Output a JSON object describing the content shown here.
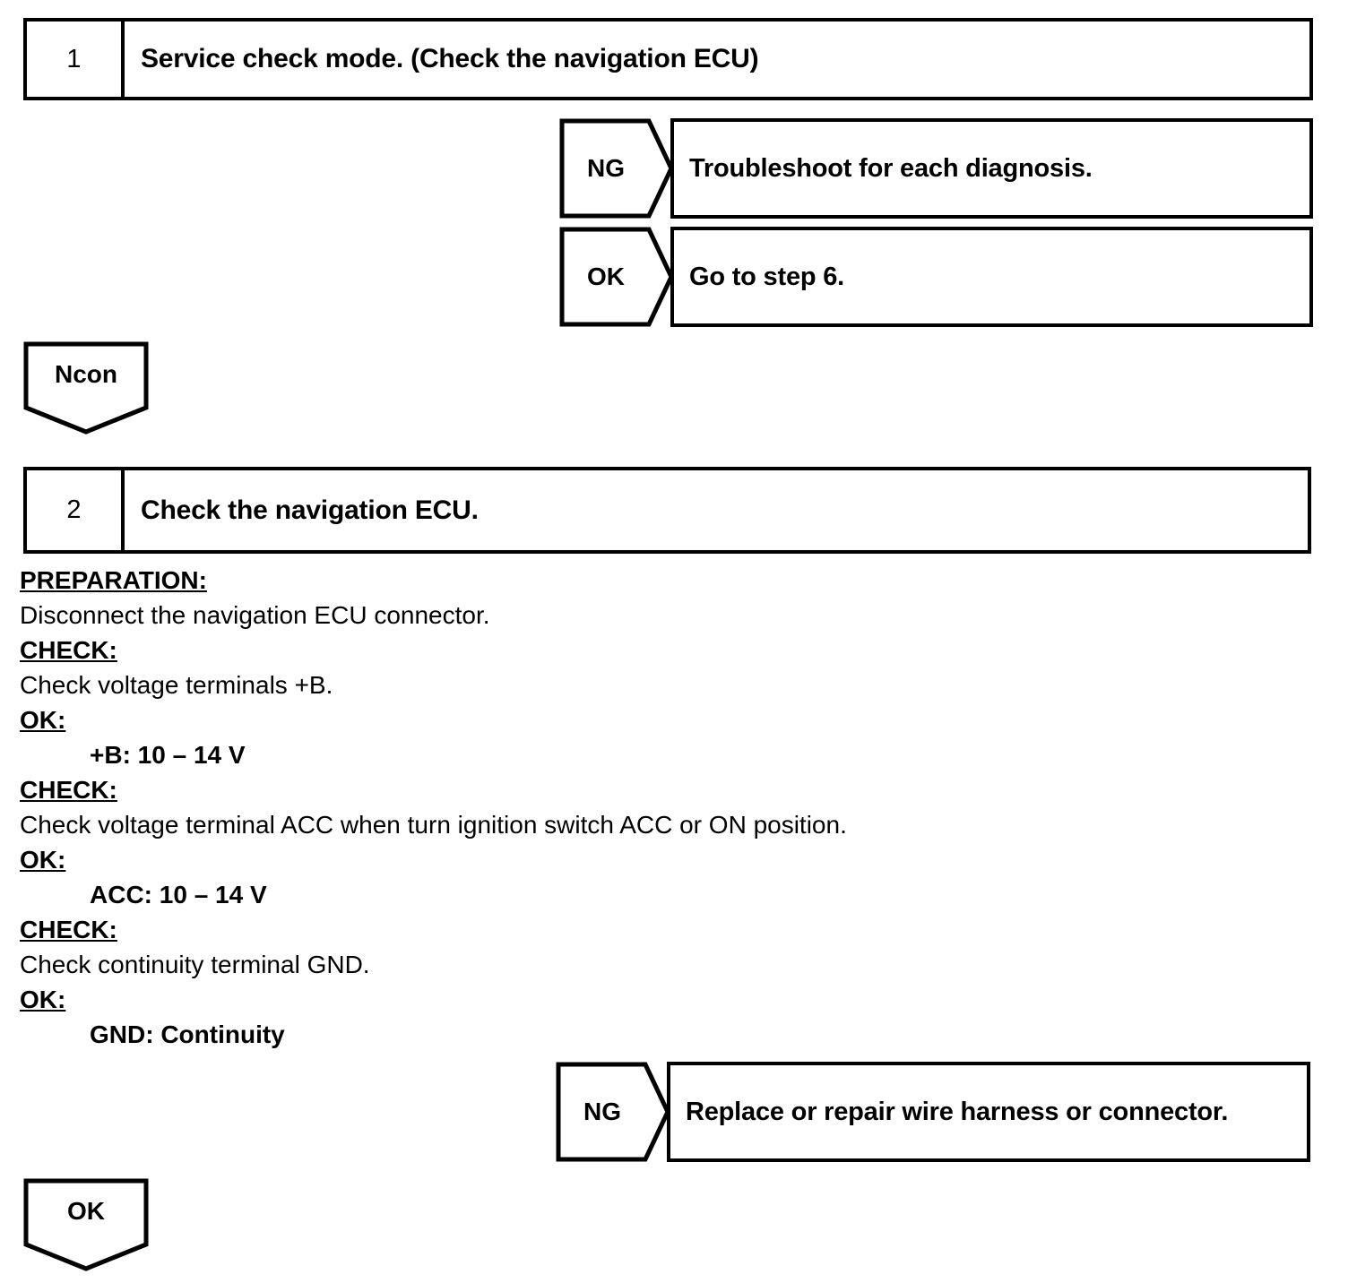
{
  "document": {
    "type": "automotive-diagnostic-flowchart"
  },
  "steps": [
    {
      "number": "1",
      "title": "Service check mode. (Check the navigation ECU)",
      "branches": [
        {
          "tag": "NG",
          "result": "Troubleshoot for each diagnosis."
        },
        {
          "tag": "OK",
          "result": "Go to step 6."
        }
      ]
    },
    {
      "number": "2",
      "title": "Check the navigation ECU.",
      "branches": [
        {
          "tag": "NG",
          "result": "Replace or repair wire harness or connector."
        }
      ]
    }
  ],
  "connectors": [
    {
      "label": "Ncon"
    },
    {
      "label": "OK"
    }
  ],
  "procedure": [
    {
      "kind": "heading",
      "text": "PREPARATION:"
    },
    {
      "kind": "normal",
      "text": "Disconnect the navigation ECU connector."
    },
    {
      "kind": "heading",
      "text": "CHECK:"
    },
    {
      "kind": "normal",
      "text": "Check voltage terminals +B."
    },
    {
      "kind": "heading",
      "text": "OK:"
    },
    {
      "kind": "value",
      "text": "+B: 10 – 14 V"
    },
    {
      "kind": "heading",
      "text": "CHECK:"
    },
    {
      "kind": "normal",
      "text": "Check voltage terminal ACC when turn ignition switch ACC or ON position."
    },
    {
      "kind": "heading",
      "text": "OK:"
    },
    {
      "kind": "value",
      "text": "ACC: 10 – 14 V"
    },
    {
      "kind": "heading",
      "text": "CHECK:"
    },
    {
      "kind": "normal",
      "text": "Check continuity terminal GND."
    },
    {
      "kind": "heading",
      "text": "OK:"
    },
    {
      "kind": "value",
      "text": "GND: Continuity"
    }
  ],
  "colors": {
    "ink": "#000000",
    "paper": "#ffffff"
  }
}
